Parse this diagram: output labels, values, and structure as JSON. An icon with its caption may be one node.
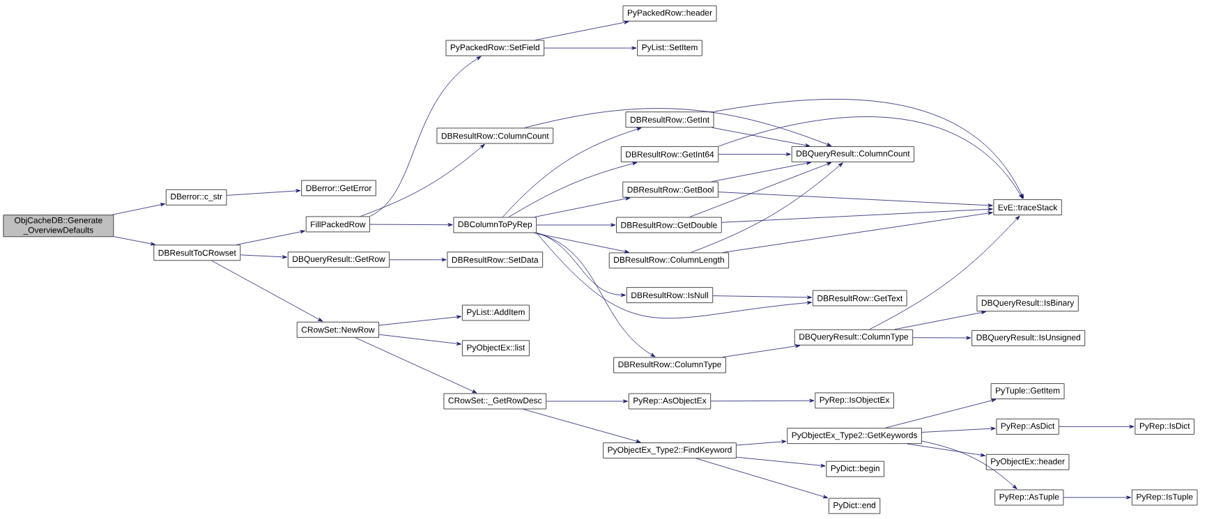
{
  "diagram": {
    "nodes": [
      {
        "text": [
          "ObjCacheDB::Generate _OverviewDefaults"
        ]
      },
      {
        "text": [
          "DBerror::c_str"
        ]
      },
      {
        "text": [
          "DBerror::GetError"
        ]
      },
      {
        "text": [
          "DBResultToCRowset"
        ]
      },
      {
        "text": [
          "FillPackedRow"
        ]
      },
      {
        "text": [
          "PyPackedRow::SetField"
        ]
      },
      {
        "text": [
          "PyPackedRow::header"
        ]
      },
      {
        "text": [
          "PyList::SetItem"
        ]
      },
      {
        "text": [
          "DBResultRow::ColumnCount"
        ]
      },
      {
        "text": [
          "DBColumnToPyRep"
        ]
      },
      {
        "text": [
          "DBResultRow::GetInt"
        ]
      },
      {
        "text": [
          "DBResultRow::GetInt64"
        ]
      },
      {
        "text": [
          "DBResultRow::GetBool"
        ]
      },
      {
        "text": [
          "DBResultRow::GetDouble"
        ]
      },
      {
        "text": [
          "DBResultRow::ColumnLength"
        ]
      },
      {
        "text": [
          "DBResultRow::IsNull"
        ]
      },
      {
        "text": [
          "DBResultRow::ColumnType"
        ]
      },
      {
        "text": [
          "DBQueryResult::ColumnCount"
        ]
      },
      {
        "text": [
          "EvE::traceStack"
        ]
      },
      {
        "text": [
          "DBResultRow::GetText"
        ]
      },
      {
        "text": [
          "DBQueryResult::ColumnType"
        ]
      },
      {
        "text": [
          "DBQueryResult::IsBinary"
        ]
      },
      {
        "text": [
          "DBQueryResult::IsUnsigned"
        ]
      },
      {
        "text": [
          "DBQueryResult::GetRow"
        ]
      },
      {
        "text": [
          "DBResultRow::SetData"
        ]
      },
      {
        "text": [
          "CRowSet::NewRow"
        ]
      },
      {
        "text": [
          "PyList::AddItem"
        ]
      },
      {
        "text": [
          "PyObjectEx::list"
        ]
      },
      {
        "text": [
          "CRowSet::_GetRowDesc"
        ]
      },
      {
        "text": [
          "PyRep::AsObjectEx"
        ]
      },
      {
        "text": [
          "PyRep::IsObjectEx"
        ]
      },
      {
        "text": [
          "PyObjectEx_Type2::FindKeyword"
        ]
      },
      {
        "text": [
          "PyObjectEx_Type2::GetKeywords"
        ]
      },
      {
        "text": [
          "PyTuple::GetItem"
        ]
      },
      {
        "text": [
          "PyRep::AsDict"
        ]
      },
      {
        "text": [
          "PyRep::IsDict"
        ]
      },
      {
        "text": [
          "PyObjectEx::header"
        ]
      },
      {
        "text": [
          "PyRep::AsTuple"
        ]
      },
      {
        "text": [
          "PyRep::IsTuple"
        ]
      },
      {
        "text": [
          "PyDict::begin"
        ]
      },
      {
        "text": [
          "PyDict::end"
        ]
      }
    ],
    "edges": [
      {
        "from": 0,
        "to": 1,
        "arrow": "to"
      },
      {
        "from": 0,
        "to": 3,
        "arrow": "to"
      },
      {
        "from": 1,
        "to": 2,
        "arrow": "to"
      },
      {
        "from": 3,
        "to": 4,
        "arrow": "to"
      },
      {
        "from": 3,
        "to": 23,
        "arrow": "to"
      },
      {
        "from": 3,
        "to": 25,
        "arrow": "to"
      },
      {
        "from": 4,
        "to": 5,
        "arrow": "to"
      },
      {
        "from": 4,
        "to": 8,
        "arrow": "to"
      },
      {
        "from": 4,
        "to": 9,
        "arrow": "to"
      },
      {
        "from": 5,
        "to": 6,
        "arrow": "to"
      },
      {
        "from": 5,
        "to": 7,
        "arrow": "to"
      },
      {
        "from": 8,
        "to": 17,
        "arrow": "to"
      },
      {
        "from": 9,
        "to": 10,
        "arrow": "to"
      },
      {
        "from": 9,
        "to": 11,
        "arrow": "to"
      },
      {
        "from": 9,
        "to": 12,
        "arrow": "to"
      },
      {
        "from": 9,
        "to": 13,
        "arrow": "to"
      },
      {
        "from": 9,
        "to": 14,
        "arrow": "to"
      },
      {
        "from": 9,
        "to": 15,
        "arrow": "to"
      },
      {
        "from": 9,
        "to": 19,
        "arrow": "to"
      },
      {
        "from": 9,
        "to": 16,
        "arrow": "to"
      },
      {
        "from": 10,
        "to": 17,
        "arrow": "to"
      },
      {
        "from": 10,
        "to": 18,
        "arrow": "to"
      },
      {
        "from": 11,
        "to": 17,
        "arrow": "to"
      },
      {
        "from": 11,
        "to": 18,
        "arrow": "to"
      },
      {
        "from": 12,
        "to": 17,
        "arrow": "to"
      },
      {
        "from": 12,
        "to": 18,
        "arrow": "to"
      },
      {
        "from": 13,
        "to": 17,
        "arrow": "to"
      },
      {
        "from": 13,
        "to": 18,
        "arrow": "to"
      },
      {
        "from": 14,
        "to": 17,
        "arrow": "to"
      },
      {
        "from": 14,
        "to": 18,
        "arrow": "to"
      },
      {
        "from": 15,
        "to": 19,
        "arrow": "to"
      },
      {
        "from": 16,
        "to": 20,
        "arrow": "to"
      },
      {
        "from": 20,
        "to": 18,
        "arrow": "to"
      },
      {
        "from": 20,
        "to": 21,
        "arrow": "to"
      },
      {
        "from": 20,
        "to": 22,
        "arrow": "to"
      },
      {
        "from": 23,
        "to": 24,
        "arrow": "to"
      },
      {
        "from": 25,
        "to": 26,
        "arrow": "to"
      },
      {
        "from": 25,
        "to": 27,
        "arrow": "to"
      },
      {
        "from": 25,
        "to": 28,
        "arrow": "to"
      },
      {
        "from": 28,
        "to": 29,
        "arrow": "to"
      },
      {
        "from": 28,
        "to": 31,
        "arrow": "to"
      },
      {
        "from": 29,
        "to": 30,
        "arrow": "to"
      },
      {
        "from": 31,
        "to": 32,
        "arrow": "to"
      },
      {
        "from": 31,
        "to": 39,
        "arrow": "to"
      },
      {
        "from": 31,
        "to": 40,
        "arrow": "to"
      },
      {
        "from": 32,
        "to": 33,
        "arrow": "to"
      },
      {
        "from": 32,
        "to": 34,
        "arrow": "to"
      },
      {
        "from": 32,
        "to": 36,
        "arrow": "to"
      },
      {
        "from": 32,
        "to": 37,
        "arrow": "to"
      },
      {
        "from": 34,
        "to": 35,
        "arrow": "to"
      },
      {
        "from": 37,
        "to": 38,
        "arrow": "to"
      }
    ]
  }
}
